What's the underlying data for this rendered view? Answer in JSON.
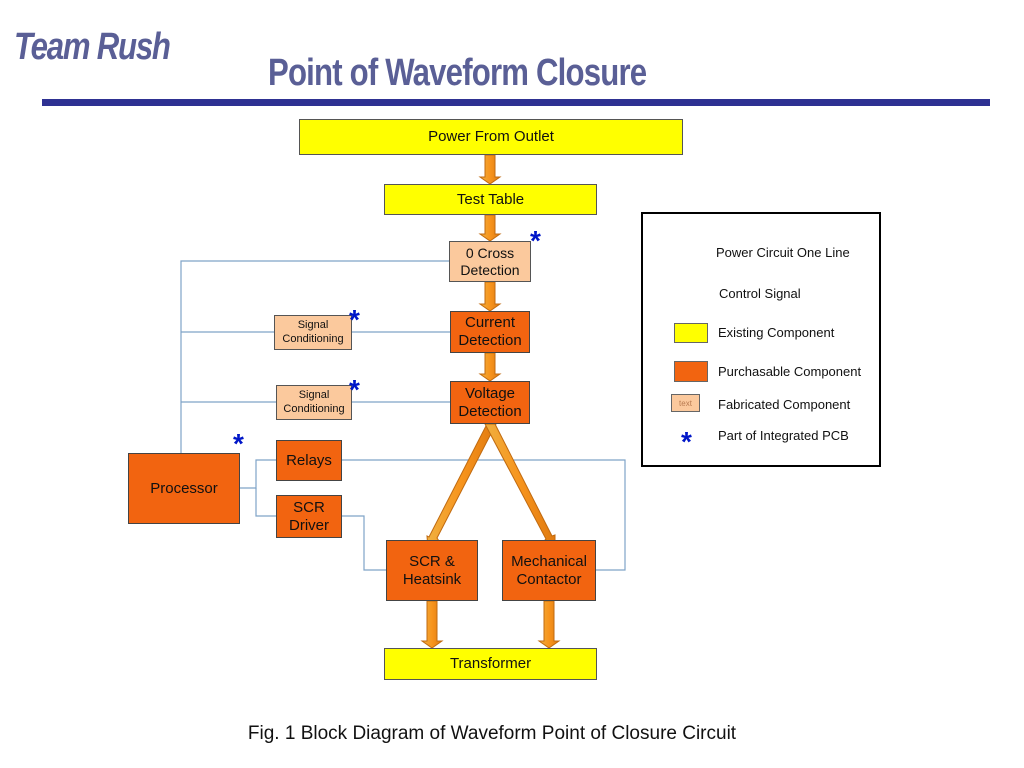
{
  "header": {
    "brand": "Team Rush",
    "title": "Point of Waveform Closure"
  },
  "diagram": {
    "boxes": {
      "power_from_outlet": "Power From Outlet",
      "test_table": "Test Table",
      "zero_cross": "0 Cross\nDetection",
      "current_detection": "Current\nDetection",
      "voltage_detection": "Voltage\nDetection",
      "signal_conditioning_1": "Signal\nConditioning",
      "signal_conditioning_2": "Signal\nConditioning",
      "processor": "Processor",
      "relays": "Relays",
      "scr_driver": "SCR\nDriver",
      "scr_heatsink": "SCR &\nHeatsink",
      "mechanical_contactor": "Mechanical\nContactor",
      "transformer": "Transformer"
    },
    "star_glyph": "*"
  },
  "legend": {
    "power_line": "Power Circuit One Line",
    "control_signal": "Control Signal",
    "existing": "Existing Component",
    "purchasable": "Purchasable Component",
    "fabricated": "Fabricated Component",
    "fabricated_swatch_text": "text",
    "integrated_pcb": "Part of Integrated PCB"
  },
  "caption": "Fig. 1 Block Diagram of Waveform Point of Closure Circuit",
  "colors": {
    "existing": "#ffff00",
    "purchasable": "#f26410",
    "fabricated": "#fbc99d",
    "power_arrow": "#f5a623",
    "control_line": "#7fa3c8",
    "star": "#0016c8",
    "title": "#5a5f96",
    "rule": "#2e3192"
  }
}
